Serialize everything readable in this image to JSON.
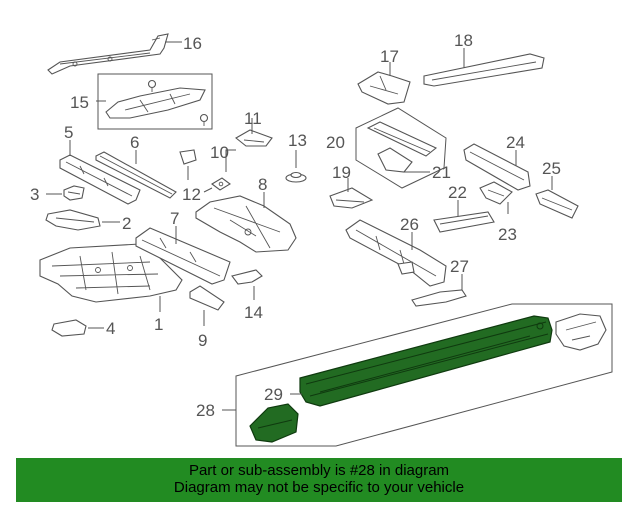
{
  "callouts": [
    "1",
    "2",
    "3",
    "4",
    "5",
    "6",
    "7",
    "8",
    "9",
    "10",
    "11",
    "12",
    "13",
    "14",
    "15",
    "16",
    "17",
    "18",
    "19",
    "20",
    "21",
    "22",
    "23",
    "24",
    "25",
    "26",
    "27",
    "28",
    "29"
  ],
  "highlight_color": "#228b22",
  "highlighted_part_color": "#226b22",
  "footer": {
    "line1": "Part or sub-assembly is #28 in diagram",
    "line2": "Diagram may not be specific to your vehicle"
  }
}
